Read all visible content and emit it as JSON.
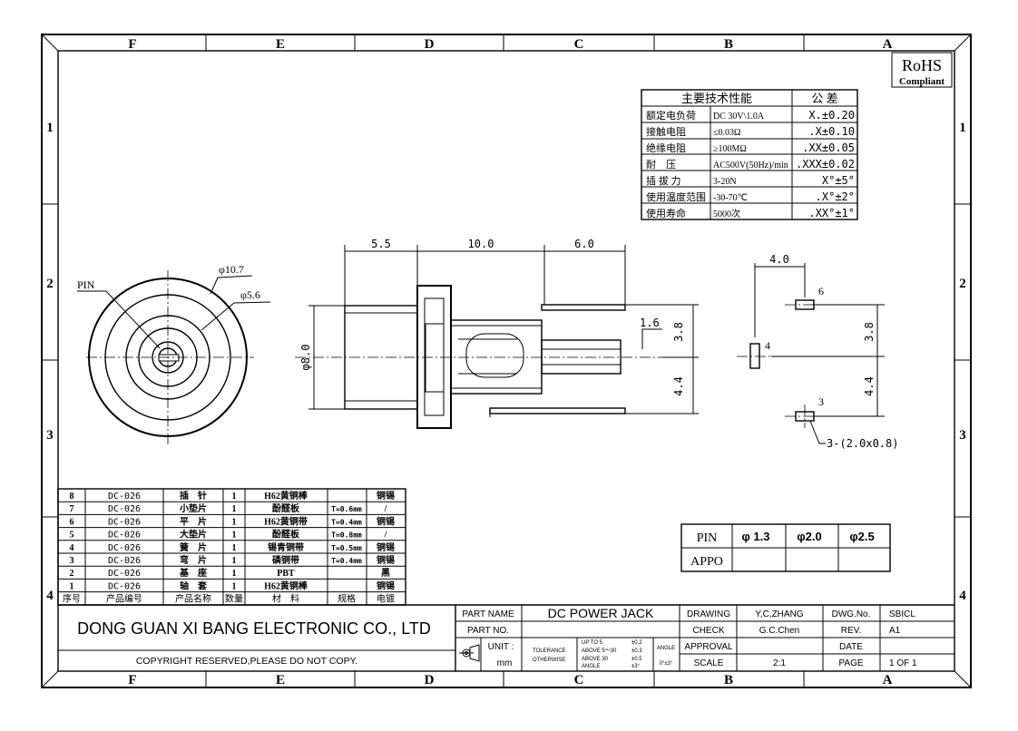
{
  "border": {
    "columns": [
      "F",
      "E",
      "D",
      "C",
      "B",
      "A"
    ],
    "rows": [
      "1",
      "2",
      "3",
      "4"
    ]
  },
  "rohs": {
    "title": "RoHS",
    "subtitle": "Compliant"
  },
  "spec_table": {
    "header_left": "主要技术性能",
    "header_right": "公 差",
    "rows": [
      {
        "name": "额定电负荷",
        "value": "DC 30V\\1.0A",
        "tol": "X.±0.20"
      },
      {
        "name": "接触电阻",
        "value": "≤0.03Ω",
        "tol": ".X±0.10"
      },
      {
        "name": "绝缘电阻",
        "value": "≥100MΩ",
        "tol": ".XX±0.05"
      },
      {
        "name": "耐　压",
        "value": "AC500V(50Hz)/min",
        "tol": ".XXX±0.02"
      },
      {
        "name": "插 拔 力",
        "value": "3-20N",
        "tol": "X°±5°"
      },
      {
        "name": "使用温度范围",
        "value": "-30-70℃",
        "tol": ".X°±2°"
      },
      {
        "name": "使用寿命",
        "value": "5000次",
        "tol": ".XX°±1°"
      }
    ]
  },
  "dims": {
    "phi107": "φ10.7",
    "phi56": "φ5.6",
    "pin": "PIN",
    "d55": "5.5",
    "d100": "10.0",
    "d60": "6.0",
    "d16": "1.6",
    "d38": "3.8",
    "d44": "4.4",
    "phi80": "φ8.0",
    "d40": "4.0",
    "p6": "6",
    "p4": "4",
    "p3": "3",
    "d38b": "3.8",
    "d44b": "4.4",
    "holes": "3-(2.0x0.8)"
  },
  "pin_table": {
    "header": [
      "PIN",
      "φ 1.3",
      "φ2.0",
      "φ2.5"
    ],
    "row2": [
      "APPO",
      "",
      "",
      ""
    ]
  },
  "bom": {
    "rows": [
      [
        "8",
        "DC-026",
        "插　针",
        "1",
        "H62黄铜棒",
        "",
        "铜锡"
      ],
      [
        "7",
        "DC-026",
        "小垫片",
        "1",
        "酚醛板",
        "T=0.6mm",
        "/"
      ],
      [
        "6",
        "DC-026",
        "平　片",
        "1",
        "H62黄铜带",
        "T=0.4mm",
        "铜锡"
      ],
      [
        "5",
        "DC-026",
        "大垫片",
        "1",
        "酚醛板",
        "T=0.8mm",
        "/"
      ],
      [
        "4",
        "DC-026",
        "簧　片",
        "1",
        "锡青铜带",
        "T=0.5mm",
        "铜锡"
      ],
      [
        "3",
        "DC-026",
        "弯　片",
        "1",
        "磷铜带",
        "T=0.4mm",
        "铜锡"
      ],
      [
        "2",
        "DC-026",
        "基　座",
        "1",
        "PBT",
        "",
        "黑"
      ],
      [
        "1",
        "DC-026",
        "轴　套",
        "1",
        "H62黄铜棒",
        "",
        "铜锡"
      ]
    ],
    "header": [
      "序号",
      "产品编号",
      "产品名称",
      "数量",
      "材　料",
      "规格",
      "电镀"
    ]
  },
  "title_block": {
    "company": "DONG GUAN XI BANG ELECTRONIC CO., LTD",
    "copyright": "COPYRIGHT RESERVED,PLEASE DO NOT COPY.",
    "part_name_label": "PART NAME",
    "part_name": "DC POWER JACK",
    "part_no_label": "PART NO.",
    "unit_label": "UNIT :",
    "unit": "mm",
    "tolerance": "TOLERANCE",
    "otherwise": "OTHERWISE",
    "up_to_5": "UP TO 5",
    "above_5_30": "ABOVE 5～30",
    "above_30": "ABOVE 30",
    "angle_small": "ANGLE",
    "t02": "±0.2",
    "t03": "±0.3",
    "t05": "±0.5",
    "t3": "±3°",
    "angle": "ANGLE",
    "angle_val": "0°±3°",
    "drawing_label": "DRAWING",
    "drawing": "Y,C,ZHANG",
    "check_label": "CHECK",
    "check": "G.C.Chen",
    "approval_label": "APPROVAL",
    "scale_label": "SCALE",
    "scale": "2:1",
    "dwg_label": "DWG.No.",
    "dwg": "SBICL",
    "rev_label": "REV.",
    "rev": "A1",
    "date_label": "DATE",
    "date": "",
    "page_label": "PAGE",
    "page": "1 OF 1"
  }
}
